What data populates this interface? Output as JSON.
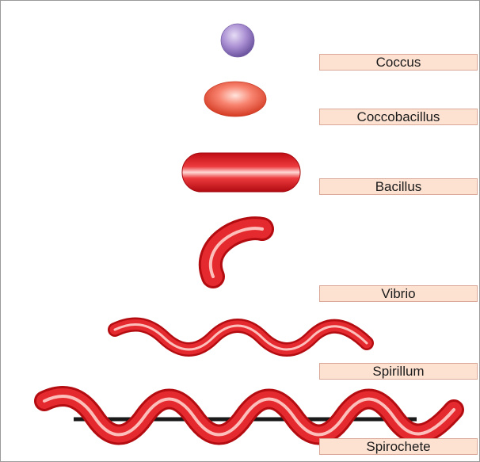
{
  "labels": {
    "coccus": "Coccus",
    "coccobacillus": "Coccobacillus",
    "bacillus": "Bacillus",
    "vibrio": "Vibrio",
    "spirillum": "Spirillum",
    "spirochete": "Spirochete"
  },
  "colors": {
    "coccus": "#a98ed2",
    "cell_red": "#d8141c",
    "cell_highlight": "#ffd2cf",
    "coccobacillus": "#f4604a",
    "label_fill": "#fde2d2",
    "label_border": "#d9a899",
    "axial_filament": "#1a1a1a"
  }
}
